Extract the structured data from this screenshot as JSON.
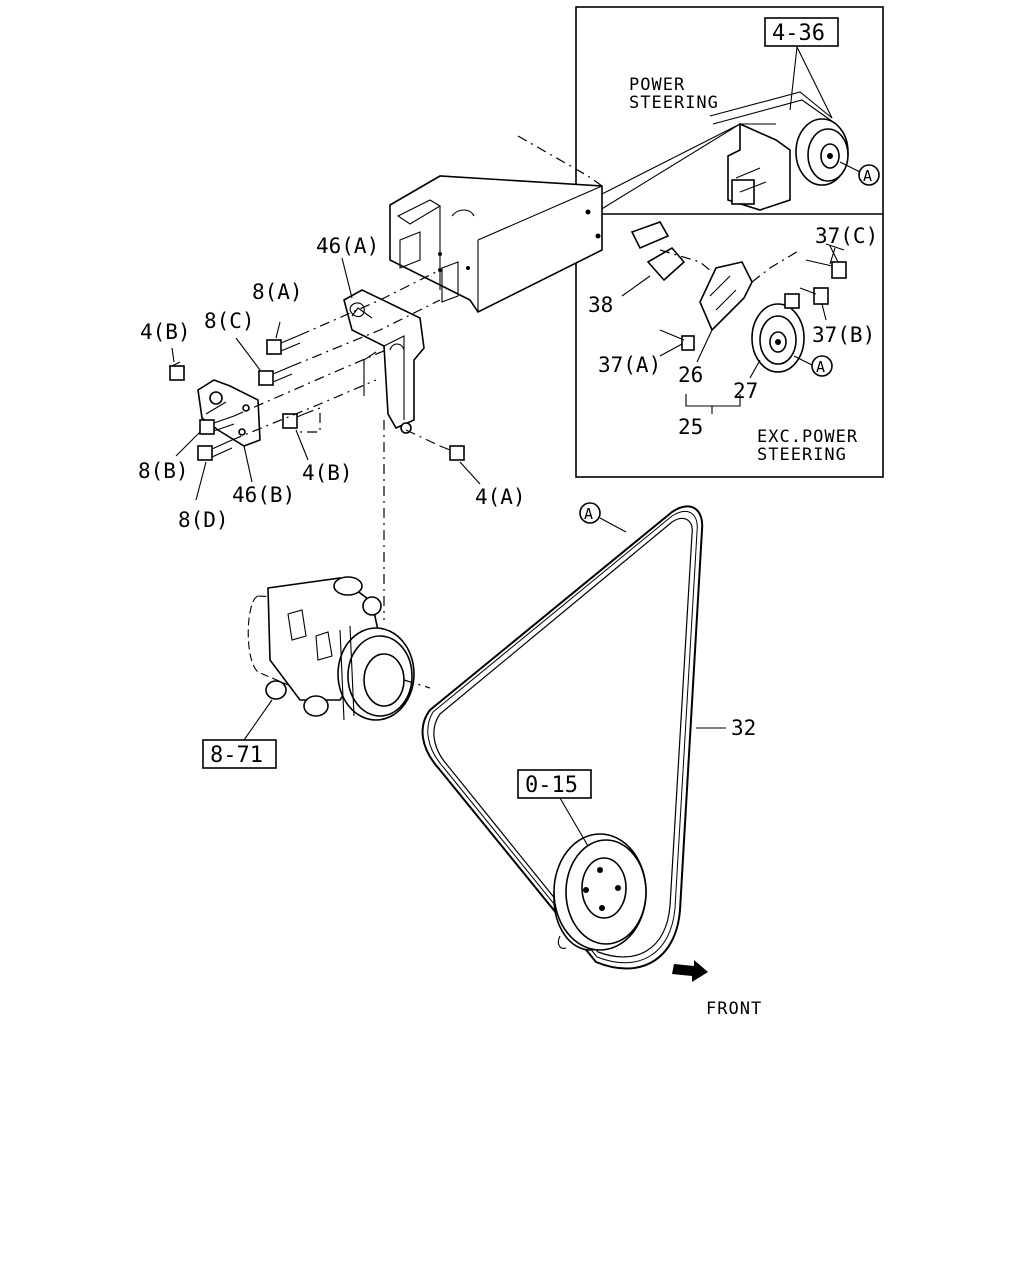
{
  "callouts": {
    "ref_4_36": "4-36",
    "ref_8_71": "8-71",
    "ref_0_15": "0-15",
    "p46a": "46(A)",
    "p8a": "8(A)",
    "p8c": "8(C)",
    "p4b_top": "4(B)",
    "p8b": "8(B)",
    "p8d": "8(D)",
    "p46b": "46(B)",
    "p4b_mid": "4(B)",
    "p4a": "4(A)",
    "p32": "32",
    "p37c": "37(C)",
    "p37b": "37(B)",
    "p37a": "37(A)",
    "p38": "38",
    "p26": "26",
    "p27": "27",
    "p25": "25"
  },
  "notes": {
    "power_steering_1": "POWER",
    "power_steering_2": "STEERING",
    "exc_power_1": "EXC.POWER",
    "exc_power_2": "STEERING",
    "front": "FRONT"
  },
  "markers": {
    "circle_a": "A"
  },
  "icons": {
    "front_arrow": "front-arrow-icon"
  }
}
